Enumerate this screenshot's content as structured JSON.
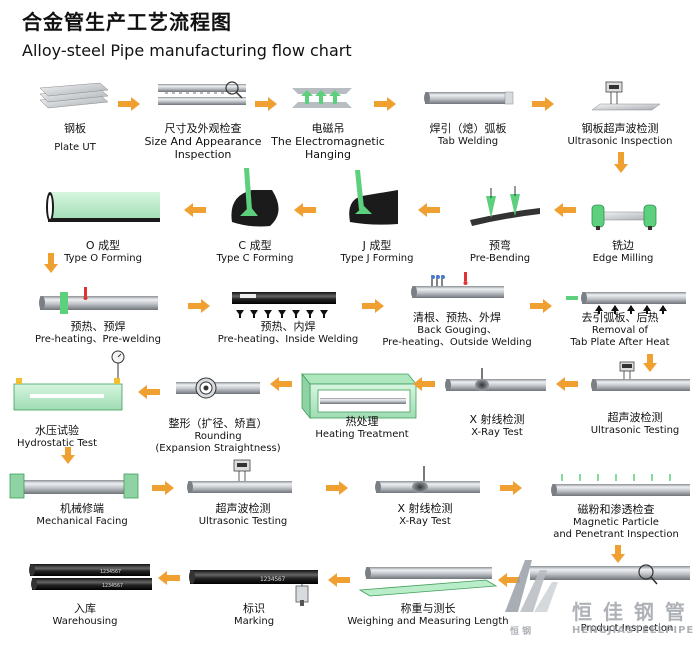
{
  "title_cn": "合金管生产工艺流程图",
  "title_en": "Alloy-steel Pipe manufacturing flow chart",
  "colors": {
    "arrow": "#f0a030",
    "mint": "#b9ecc8",
    "steel": "#c8ccd0",
    "dark": "#222222"
  },
  "steps": [
    {
      "cn": "钢板",
      "en": "Plate UT"
    },
    {
      "cn": "尺寸及外观检查",
      "en": "Size And Appearance",
      "en2": "Inspection"
    },
    {
      "cn": "电磁吊",
      "en": "The Electromagnetic",
      "en2": "Hanging"
    },
    {
      "cn": "焊引（熄）弧板",
      "en": "Tab Welding"
    },
    {
      "cn": "钢板超声波检测",
      "en": "Ultrasonic Inspection"
    },
    {
      "cn": "铣边",
      "en": "Edge Milling"
    },
    {
      "cn": "预弯",
      "en": "Pre-Bending"
    },
    {
      "cn": "J 成型",
      "en": "Type J Forming"
    },
    {
      "cn": "C 成型",
      "en": "Type C Forming"
    },
    {
      "cn": "O 成型",
      "en": "Type O Forming"
    },
    {
      "cn": "预热、预焊",
      "en": "Pre-heating、Pre-welding"
    },
    {
      "cn": "预热、内焊",
      "en": "Pre-heating、Inside Welding"
    },
    {
      "cn": "清根、预热、外焊",
      "en": "Back Gouging、",
      "en2": "Pre-heating、Outside Welding"
    },
    {
      "cn": "去引弧板、后热",
      "en": "Removal of",
      "en2": "Tab Plate After Heat"
    },
    {
      "cn": "超声波检测",
      "en": "Ultrasonic Testing"
    },
    {
      "cn": "X 射线检测",
      "en": "X-Ray Test"
    },
    {
      "cn": "热处理",
      "en": "Heating Treatment"
    },
    {
      "cn": "整形（扩径、矫直）",
      "en": "Rounding",
      "en2": "(Expansion Straightness)"
    },
    {
      "cn": "水压试验",
      "en": "Hydrostatic Test"
    },
    {
      "cn": "机械修端",
      "en": "Mechanical Facing"
    },
    {
      "cn": "超声波检测",
      "en": "Ultrasonic Testing"
    },
    {
      "cn": "X 射线检测",
      "en": "X-Ray Test"
    },
    {
      "cn": "磁粉和渗透检查",
      "en": "Magnetic Particle",
      "en2": "and Penetrant Inspection"
    },
    {
      "cn": "",
      "en": "Product Inspection"
    },
    {
      "cn": "称重与测长",
      "en": "Weighing and Measuring Length"
    },
    {
      "cn": "标识",
      "en": "Marking"
    },
    {
      "cn": "入库",
      "en": "Warehousing"
    }
  ],
  "marking_text": "1234567",
  "watermark": {
    "cn": "恒 佳 钢 管",
    "en": "HENGJIASTEELPIPE",
    "small_cn": "恒 钢"
  }
}
